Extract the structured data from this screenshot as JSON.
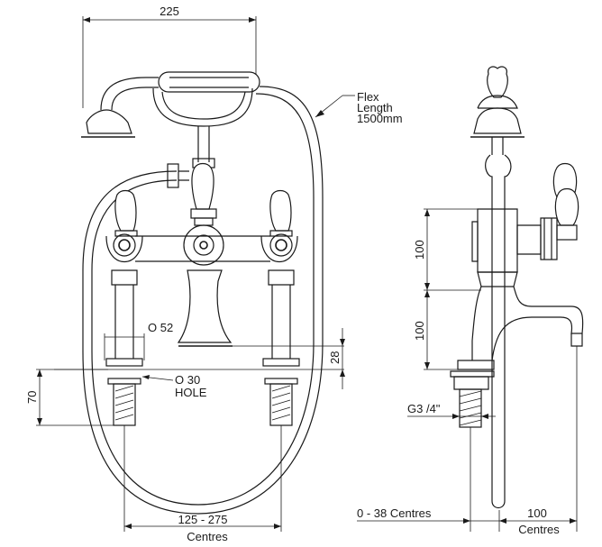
{
  "labels": {
    "overall_width": "225",
    "flex_line1": "Flex",
    "flex_line2": "Length",
    "flex_line3": "1500mm",
    "dia_52": "O 52",
    "dim_28": "28",
    "hole_line1": "O 30",
    "hole_line2": "HOLE",
    "dim_70": "70",
    "centres_range": "125 - 275",
    "centres_word": "Centres",
    "side_100_upper": "100",
    "side_100_lower": "100",
    "thread": "G3 /4\"",
    "offset_centres": "0 - 38  Centres",
    "spout_100": "100",
    "spout_centres": "Centres"
  },
  "colors": {
    "line": "#1a1a1a",
    "background": "#ffffff"
  }
}
